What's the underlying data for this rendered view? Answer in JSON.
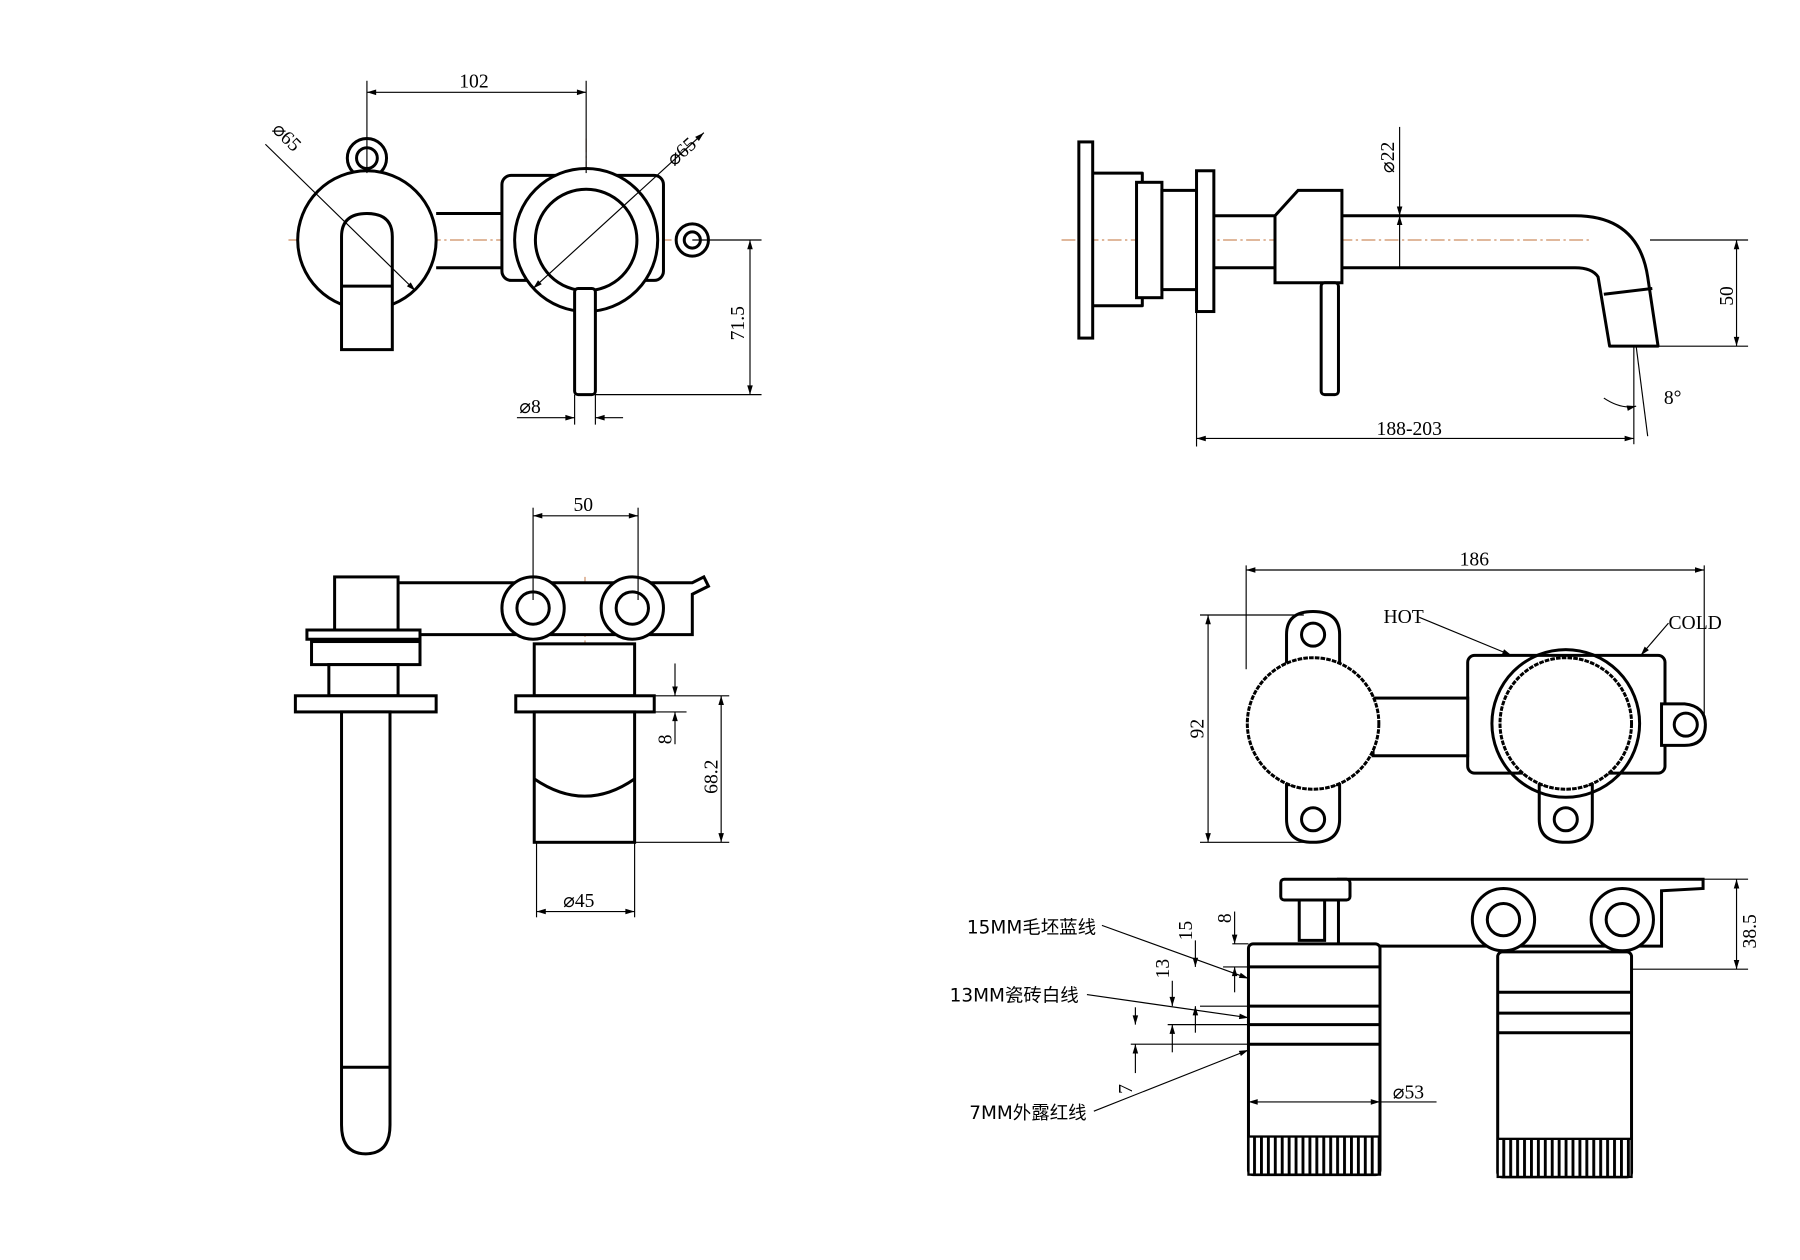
{
  "front_view": {
    "dim_width": "102",
    "dim_dia_left": "⌀65",
    "dim_dia_right": "⌀65",
    "dim_height": "71.5",
    "dim_handle_dia": "⌀8"
  },
  "side_view": {
    "dim_spout_dia": "⌀22",
    "dim_spout_drop": "50",
    "dim_angle": "8°",
    "dim_reach": "188-203"
  },
  "top_view": {
    "dim_spacing": "50",
    "dim_step": "8",
    "dim_depth": "68.2",
    "dim_dia": "⌀45"
  },
  "body_front": {
    "dim_width": "186",
    "dim_height": "92",
    "label_hot": "HOT",
    "label_cold": "COLD"
  },
  "body_side": {
    "dim_height": "38.5",
    "dim_dia": "⌀53",
    "dim_15": "15",
    "dim_8": "8",
    "dim_13": "13",
    "dim_7": "7",
    "note_blue": "15MM毛坯蓝线",
    "note_white": "13MM瓷砖白线",
    "note_red": "7MM外露红线"
  }
}
